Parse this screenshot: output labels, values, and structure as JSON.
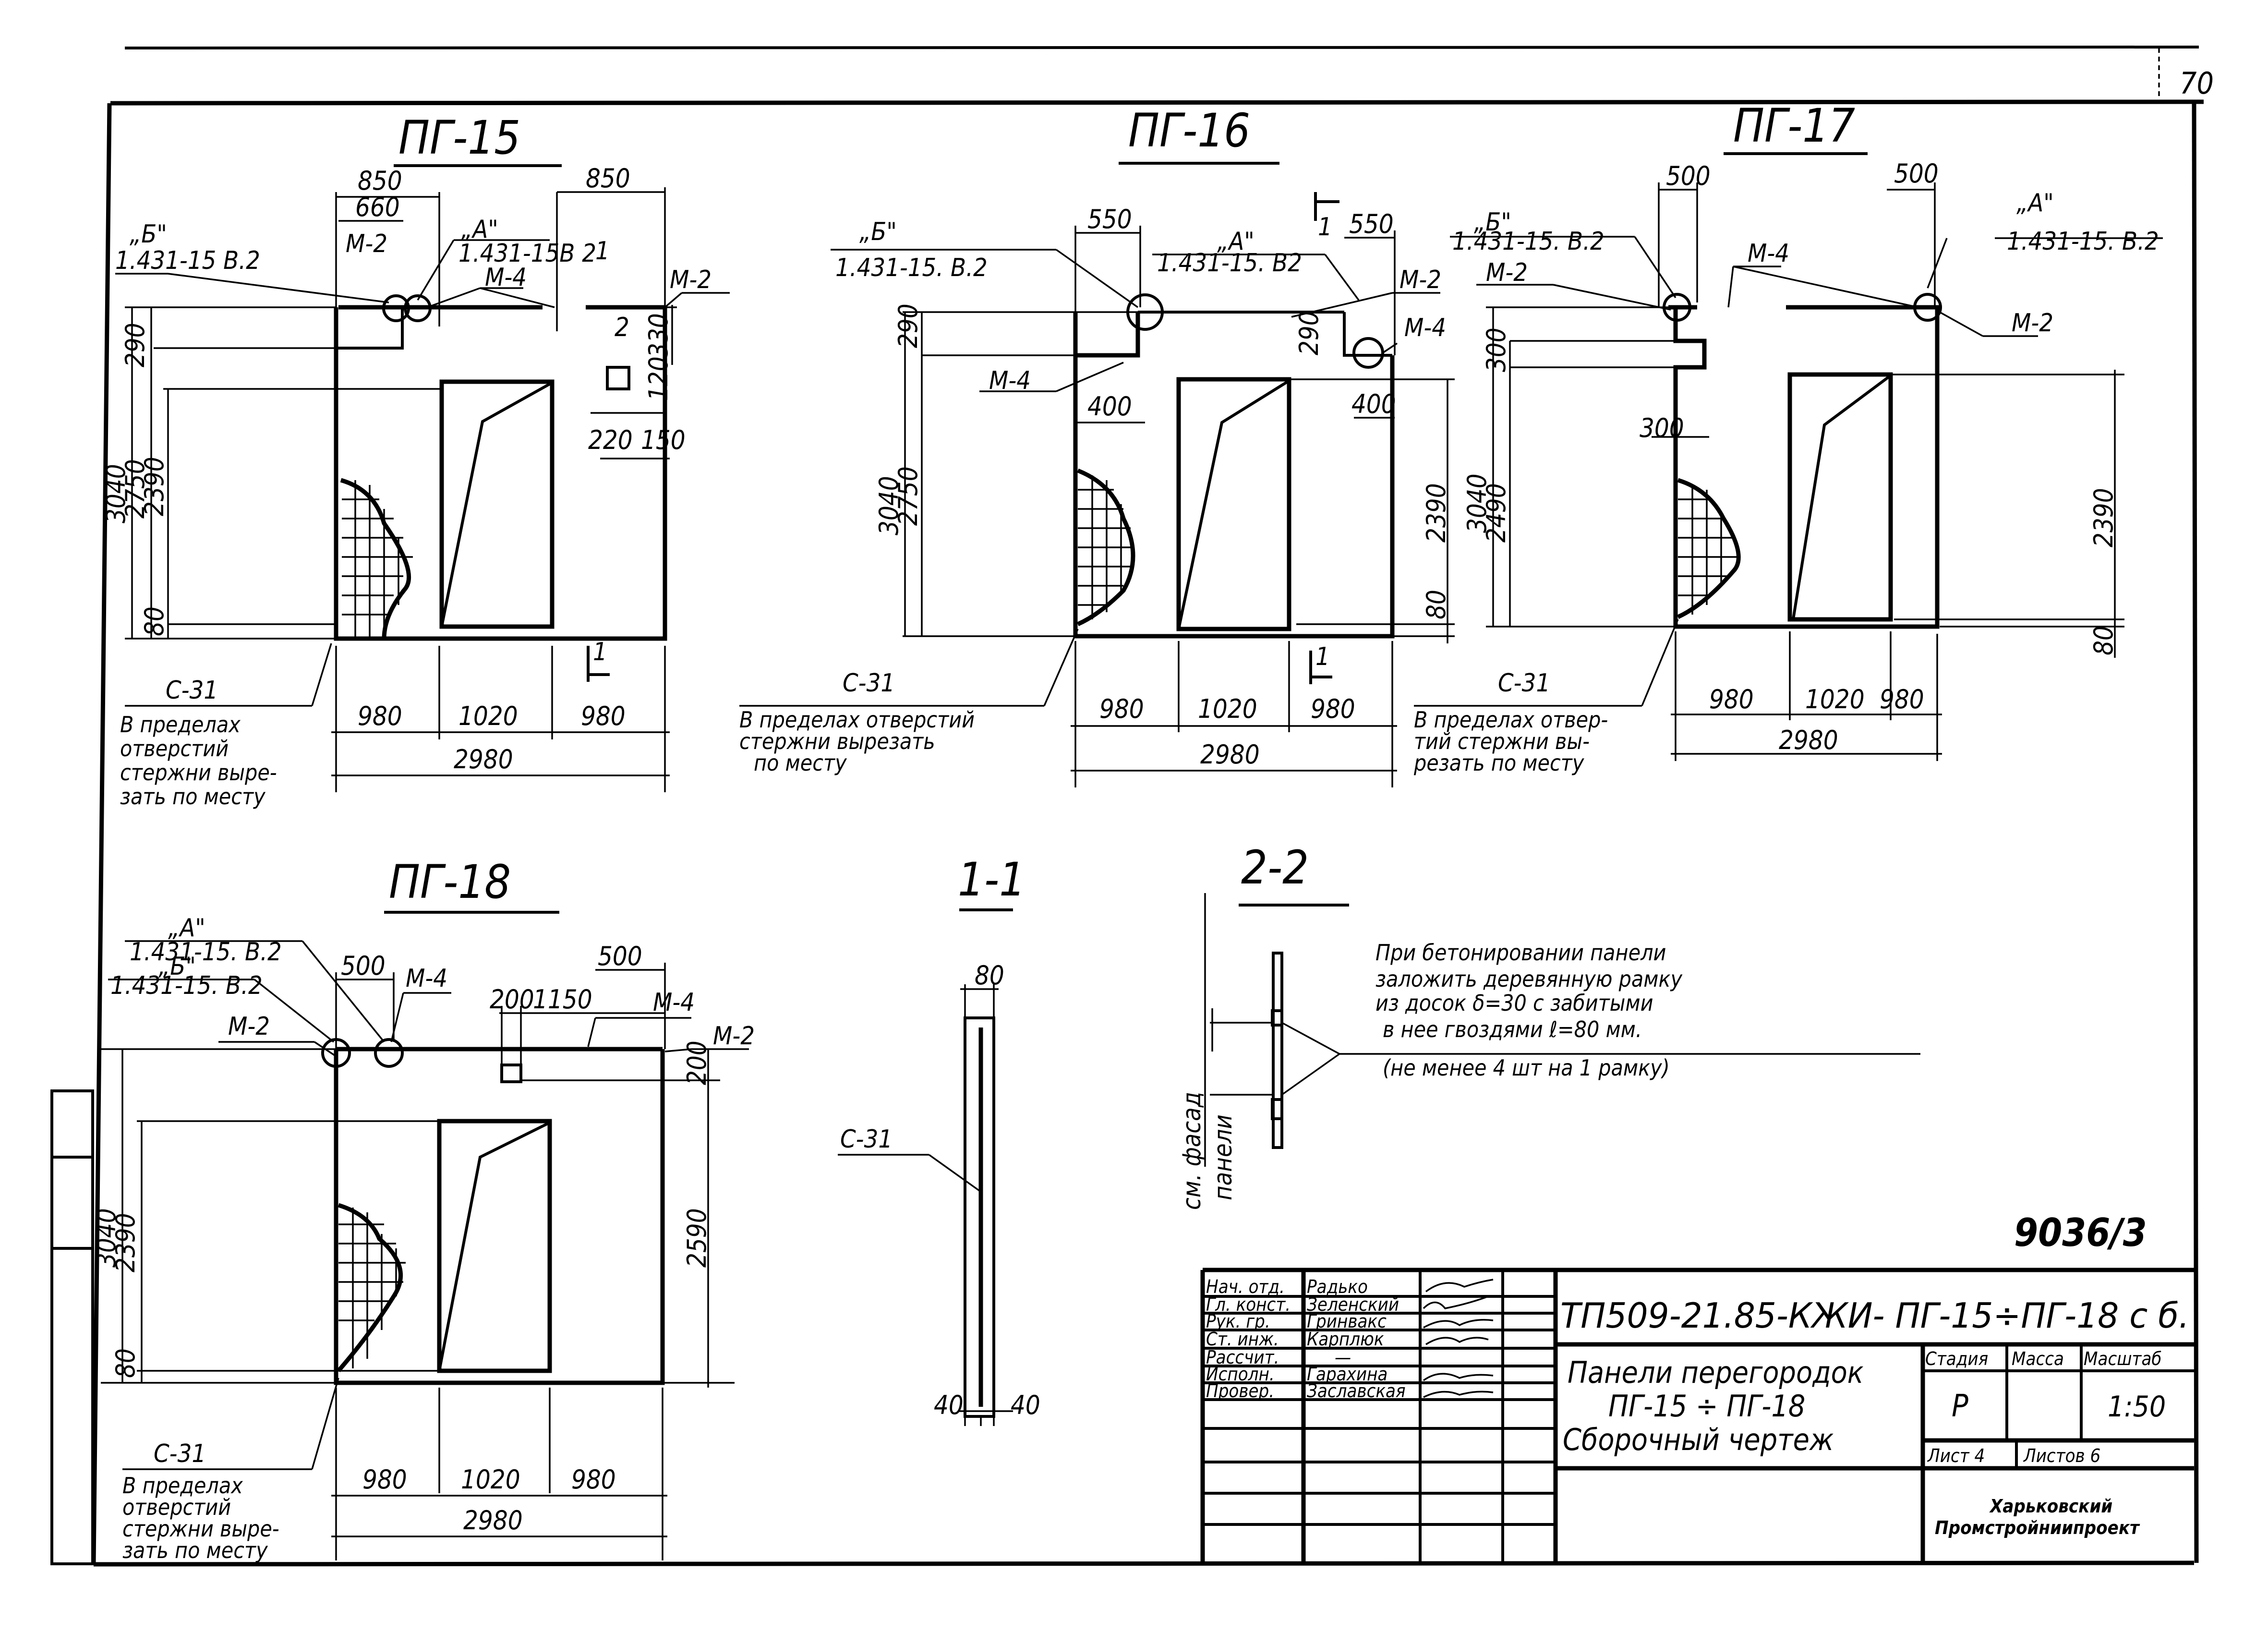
{
  "sheet": {
    "page_number": "70",
    "archive_number": "9036/3"
  },
  "panels": [
    {
      "title": "ПГ-15",
      "callout_b": {
        "mark": "„Б\"",
        "ref": "1.431-15 В.2"
      },
      "callout_a": {
        "mark": "„А\"",
        "ref": "1.431-15В 2"
      },
      "labels": {
        "m2_left": "М-2",
        "m4": "М-4",
        "m2_right": "М-2",
        "section": "1",
        "section2": "2",
        "c31": "С-31"
      },
      "dims_top": [
        "850",
        "660",
        "850"
      ],
      "dims_left": [
        "3040",
        "2750",
        "2390",
        "290",
        "80"
      ],
      "dims_right": [
        "330",
        "120",
        "220",
        "150"
      ],
      "dims_bottom": [
        "980",
        "1020",
        "980"
      ],
      "total": "2980",
      "note": [
        "В пределах",
        "отверстий",
        "стержни выре-",
        "зать по месту"
      ]
    },
    {
      "title": "ПГ-16",
      "callout_b": {
        "mark": "„Б\"",
        "ref": "1.431-15. В.2"
      },
      "callout_a": {
        "mark": "„А\"",
        "ref": "1.431-15. В2"
      },
      "labels": {
        "m4_left": "М-4",
        "m2": "М-2",
        "m4_right": "М-4",
        "section": "1",
        "c31": "С-31"
      },
      "dims_top": [
        "550",
        "550"
      ],
      "dims_left": [
        "3040",
        "2750",
        "290"
      ],
      "dims_inner": [
        "400",
        "290",
        "400"
      ],
      "dims_right": [
        "2390",
        "80"
      ],
      "dims_bottom": [
        "980",
        "1020",
        "980"
      ],
      "total": "2980",
      "note": [
        "В пределах отверстий",
        "стержни вырезать",
        "по месту"
      ]
    },
    {
      "title": "ПГ-17",
      "callout_b": {
        "mark": "„Б\"",
        "ref": "1.431-15. В.2"
      },
      "callout_a": {
        "mark": "„А\"",
        "ref": "1.431-15. В.2"
      },
      "labels": {
        "m2_left": "М-2",
        "m4": "М-4",
        "m2_right": "М-2",
        "c31": "С-31"
      },
      "dims_top": [
        "500",
        "500"
      ],
      "dims_left": [
        "3040",
        "2490",
        "300",
        "300"
      ],
      "dims_right": [
        "2390",
        "80"
      ],
      "dims_bottom": [
        "980",
        "1020",
        "980"
      ],
      "total": "2980",
      "note": [
        "В пределах отвер-",
        "тий стержни вы-",
        "резать по месту"
      ]
    },
    {
      "title": "ПГ-18",
      "callout_a": {
        "mark": "„А\"",
        "ref": "1.431-15. В.2"
      },
      "callout_b": {
        "mark": "„Б\"",
        "ref": "1.431-15. В.2"
      },
      "labels": {
        "m2_left": "М-2",
        "m4_left": "М-4",
        "m4_right": "М-4",
        "m2_right": "М-2",
        "c31": "С-31"
      },
      "dims_top": [
        "500",
        "200",
        "1150",
        "500"
      ],
      "dims_left": [
        "3040",
        "2390",
        "80"
      ],
      "dims_right": [
        "200",
        "2590"
      ],
      "dims_bottom": [
        "980",
        "1020",
        "980"
      ],
      "total": "2980",
      "note": [
        "В пределах",
        "отверстий",
        "стержни выре-",
        "зать по месту"
      ]
    }
  ],
  "section_1_1": {
    "title": "1-1",
    "dim_top": "80",
    "dims_bottom": [
      "40",
      "40"
    ],
    "label": "С-31"
  },
  "section_2_2": {
    "title": "2-2",
    "side_label_top": "см. фасад",
    "side_label_bottom": "панели",
    "note": [
      "При бетонировании панели",
      "заложить деревянную рамку",
      "из досок δ=30 с забитыми",
      "в нее гвоздями ℓ=80 мм.",
      "(не менее 4 шт на 1 рамку)"
    ]
  },
  "title_block": {
    "roles": [
      {
        "role": "Нач. отд.",
        "name": "Радько"
      },
      {
        "role": "Гл. конст.",
        "name": "Зеленский"
      },
      {
        "role": "Рук. гр.",
        "name": "Гринвакс"
      },
      {
        "role": "Ст. инж.",
        "name": "Карплюк"
      },
      {
        "role": "Рассчит.",
        "name": "—"
      },
      {
        "role": "Исполн.",
        "name": "Гарахина"
      },
      {
        "role": "Провер.",
        "name": "Заславская"
      }
    ],
    "document_code": "ТП509-21.85-КЖИ- ПГ-15÷ПГ-18 с б.",
    "name_lines": [
      "Панели перегородок",
      "ПГ-15 ÷ ПГ-18",
      "Сборочный чертеж"
    ],
    "stage_header": "Стадия",
    "mass_header": "Масса",
    "scale_header": "Масштаб",
    "stage": "Р",
    "mass": "",
    "scale": "1:50",
    "sheet": "Лист 4",
    "sheets": "Листов 6",
    "organization": [
      "Харьковский",
      "Промстройниипроект"
    ]
  }
}
